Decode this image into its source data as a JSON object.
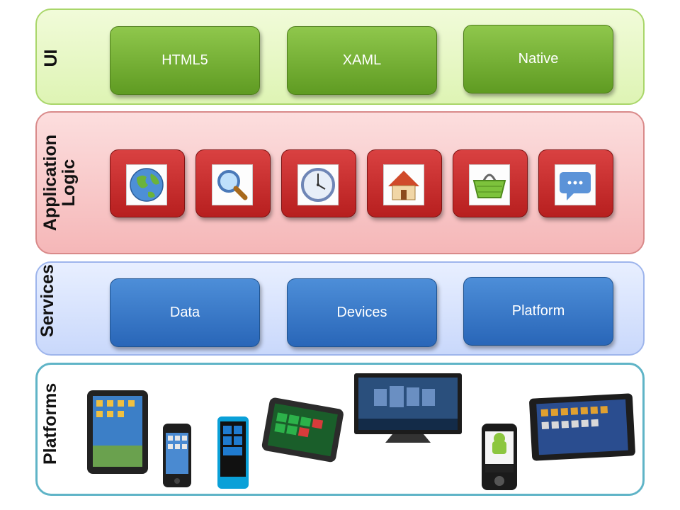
{
  "layers": {
    "ui": {
      "label": "UI",
      "boxes": [
        "HTML5",
        "XAML",
        "Native"
      ]
    },
    "app": {
      "label_line1": "Application",
      "label_line2": "Logic",
      "icons": [
        "globe-icon",
        "magnifier-icon",
        "clock-icon",
        "home-icon",
        "basket-icon",
        "chat-icon"
      ]
    },
    "services": {
      "label": "Services",
      "boxes": [
        "Data",
        "Devices",
        "Platform"
      ]
    },
    "platforms": {
      "label": "Platforms",
      "devices": [
        "tablet-ipad",
        "iphone",
        "windows-phone",
        "windows-tablet",
        "tv",
        "android-phone",
        "android-tablet"
      ]
    }
  },
  "colors": {
    "ui_fill": "#def4b4",
    "app_fill": "#f5b7b8",
    "services_fill": "#c9d8fb",
    "platforms_border": "#5fb4c7",
    "green_box": "#6faa2f",
    "blue_box": "#2f6fbf",
    "red_tile": "#c62b2b"
  }
}
